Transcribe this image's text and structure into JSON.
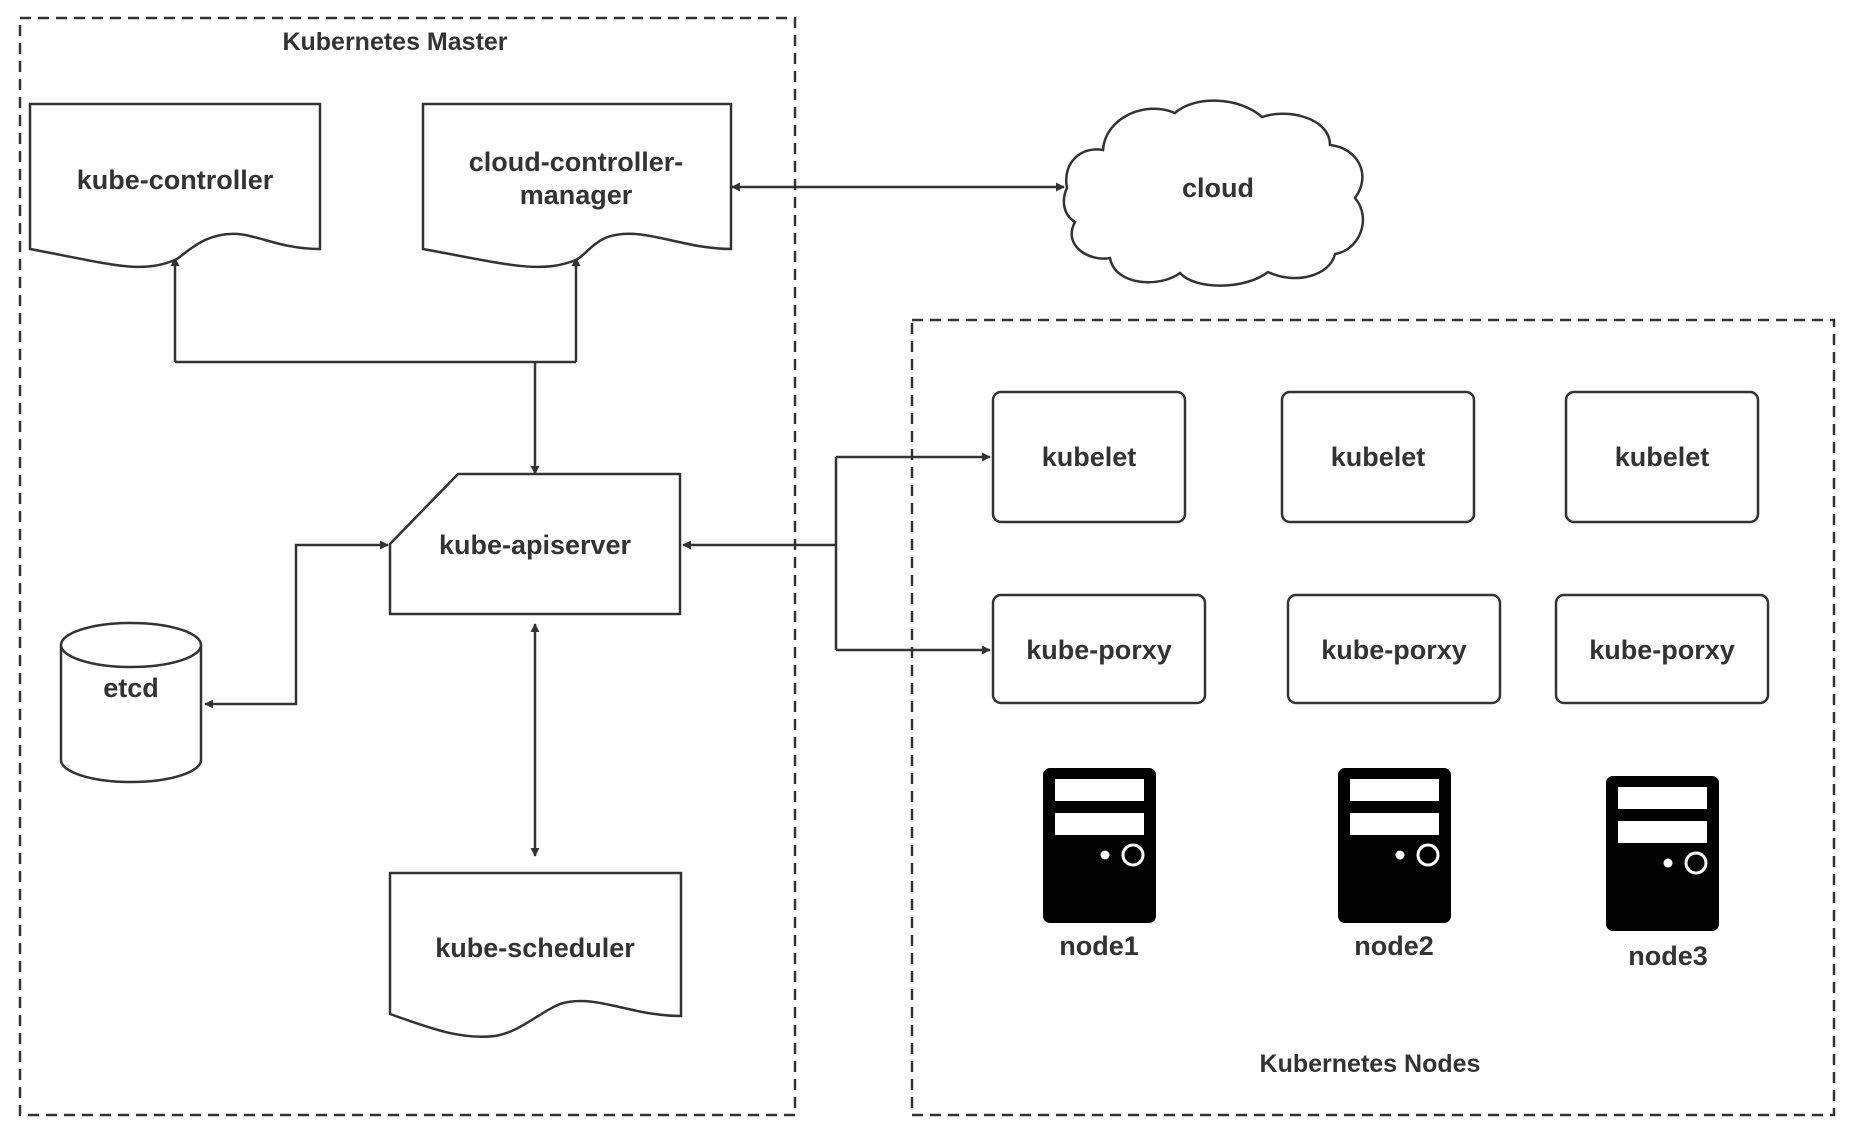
{
  "master": {
    "title": "Kubernetes Master",
    "kube_controller": "kube-controller",
    "cloud_controller_line1": "cloud-controller-",
    "cloud_controller_line2": "manager",
    "kube_apiserver": "kube-apiserver",
    "etcd": "etcd",
    "kube_scheduler": "kube-scheduler"
  },
  "cloud": {
    "label": "cloud"
  },
  "nodes": {
    "title": "Kubernetes Nodes",
    "items": [
      {
        "kubelet": "kubelet",
        "proxy": "kube-porxy",
        "server": "node1"
      },
      {
        "kubelet": "kubelet",
        "proxy": "kube-porxy",
        "server": "node2"
      },
      {
        "kubelet": "kubelet",
        "proxy": "kube-porxy",
        "server": "node3"
      }
    ]
  },
  "colors": {
    "stroke": "#333333",
    "server": "#000000",
    "background": "#ffffff"
  },
  "icons": {
    "server": "server-tower-icon",
    "cloud": "cloud-shape",
    "database": "database-cylinder"
  }
}
